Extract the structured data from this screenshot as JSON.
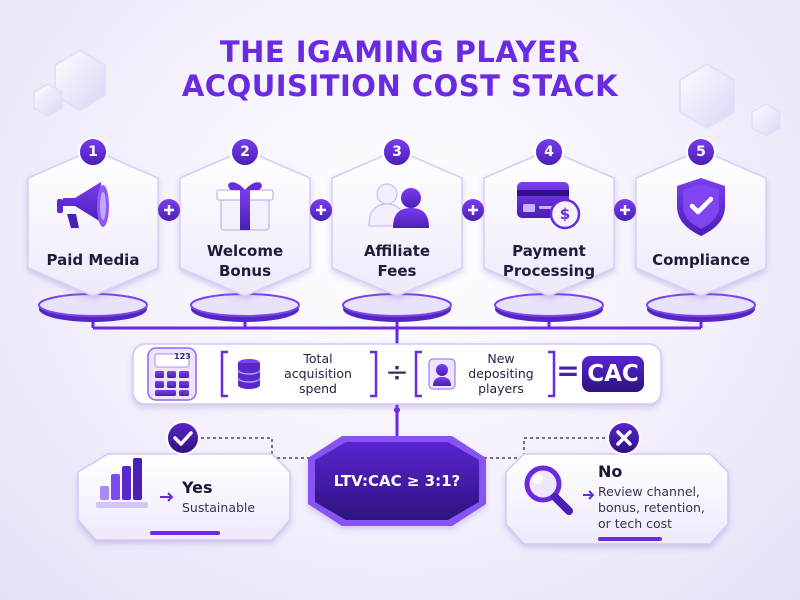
{
  "title": {
    "line1": "THE IGAMING PLAYER",
    "line2": "ACQUISITION COST STACK"
  },
  "colors": {
    "accent": "#6a2be0",
    "dark_accent": "#3d1b9e",
    "text": "#221a3a"
  },
  "steps": [
    {
      "number": "1",
      "label_lines": [
        "Paid Media"
      ],
      "icon": "megaphone-icon"
    },
    {
      "number": "2",
      "label_lines": [
        "Welcome",
        "Bonus"
      ],
      "icon": "gift-icon"
    },
    {
      "number": "3",
      "label_lines": [
        "Affiliate",
        "Fees"
      ],
      "icon": "people-icon"
    },
    {
      "number": "4",
      "label_lines": [
        "Payment",
        "Processing"
      ],
      "icon": "payment-card-icon"
    },
    {
      "number": "5",
      "label_lines": [
        "Compliance"
      ],
      "icon": "shield-check-icon"
    }
  ],
  "formula": {
    "calculator_display": "123",
    "numerator_lines": [
      "Total",
      "acquisition",
      "spend"
    ],
    "denominator_lines": [
      "New",
      "depositing",
      "players"
    ],
    "result": "CAC",
    "divide_symbol": "÷",
    "equals_symbol": "="
  },
  "decision": {
    "question": "LTV:CAC ≥ 3:1?"
  },
  "yes_branch": {
    "title": "Yes",
    "subtitle": "Sustainable",
    "icon": "bar-chart-icon"
  },
  "no_branch": {
    "title": "No",
    "subtitle_lines": [
      "Review channel,",
      "bonus, retention,",
      "or tech cost"
    ],
    "icon": "magnifier-icon"
  }
}
